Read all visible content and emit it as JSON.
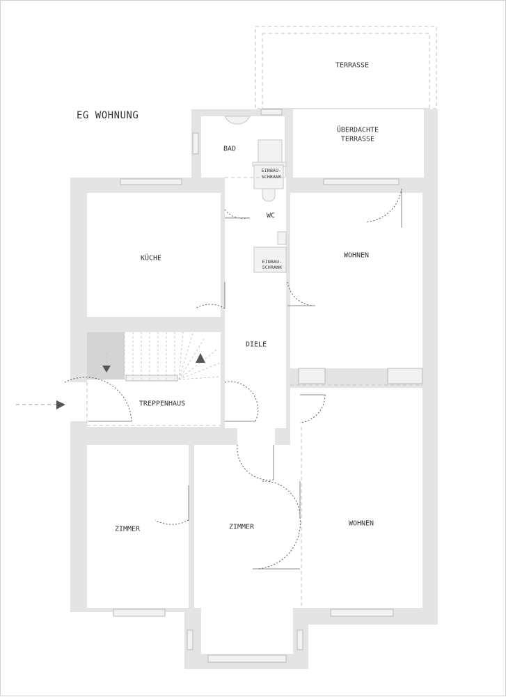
{
  "plan": {
    "title": "EG WOHNUNG",
    "rooms": {
      "terrasse": "TERRASSE",
      "ueberdachte_line1": "ÜBERDACHTE",
      "ueberdachte_line2": "TERRASSE",
      "bad": "BAD",
      "einbau1_line1": "EINBAU-",
      "einbau1_line2": "SCHRANK",
      "wc": "WC",
      "einbau2_line1": "EINBAU-",
      "einbau2_line2": "SCHRANK",
      "kueche": "KÜCHE",
      "wohnen_top": "WOHNEN",
      "diele": "DIELE",
      "treppenhaus": "TREPPENHAUS",
      "zimmer_left": "ZIMMER",
      "zimmer_mid": "ZIMMER",
      "wohnen_bottom": "WOHNEN"
    }
  }
}
